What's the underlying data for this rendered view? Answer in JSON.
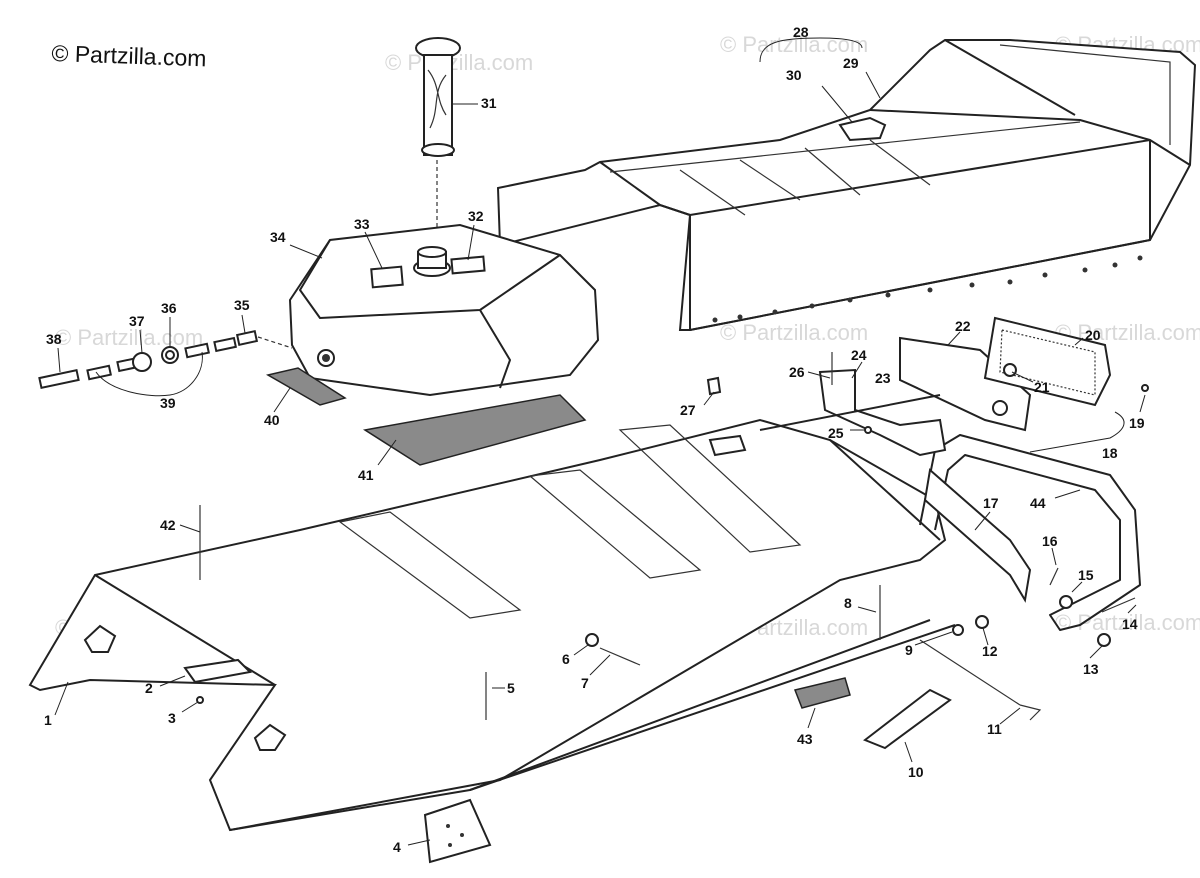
{
  "copyright": "© Partzilla.com",
  "watermark": "© Partzilla.com",
  "callouts": [
    {
      "id": "1",
      "label": "1"
    },
    {
      "id": "2",
      "label": "2"
    },
    {
      "id": "3",
      "label": "3"
    },
    {
      "id": "4",
      "label": "4"
    },
    {
      "id": "5",
      "label": "5"
    },
    {
      "id": "6",
      "label": "6"
    },
    {
      "id": "7",
      "label": "7"
    },
    {
      "id": "8",
      "label": "8"
    },
    {
      "id": "9",
      "label": "9"
    },
    {
      "id": "10",
      "label": "10"
    },
    {
      "id": "11",
      "label": "11"
    },
    {
      "id": "12",
      "label": "12"
    },
    {
      "id": "13",
      "label": "13"
    },
    {
      "id": "14",
      "label": "14"
    },
    {
      "id": "15",
      "label": "15"
    },
    {
      "id": "16",
      "label": "16"
    },
    {
      "id": "17",
      "label": "17"
    },
    {
      "id": "18",
      "label": "18"
    },
    {
      "id": "19",
      "label": "19"
    },
    {
      "id": "20",
      "label": "20"
    },
    {
      "id": "21",
      "label": "21"
    },
    {
      "id": "22",
      "label": "22"
    },
    {
      "id": "23",
      "label": "23"
    },
    {
      "id": "24",
      "label": "24"
    },
    {
      "id": "25",
      "label": "25"
    },
    {
      "id": "26",
      "label": "26"
    },
    {
      "id": "27",
      "label": "27"
    },
    {
      "id": "28",
      "label": "28"
    },
    {
      "id": "29",
      "label": "29"
    },
    {
      "id": "30",
      "label": "30"
    },
    {
      "id": "31",
      "label": "31"
    },
    {
      "id": "32",
      "label": "32"
    },
    {
      "id": "33",
      "label": "33"
    },
    {
      "id": "34",
      "label": "34"
    },
    {
      "id": "35",
      "label": "35"
    },
    {
      "id": "36",
      "label": "36"
    },
    {
      "id": "37",
      "label": "37"
    },
    {
      "id": "38",
      "label": "38"
    },
    {
      "id": "39",
      "label": "39"
    },
    {
      "id": "40",
      "label": "40"
    },
    {
      "id": "41",
      "label": "41"
    },
    {
      "id": "42",
      "label": "42"
    },
    {
      "id": "43",
      "label": "43"
    },
    {
      "id": "44",
      "label": "44"
    }
  ]
}
